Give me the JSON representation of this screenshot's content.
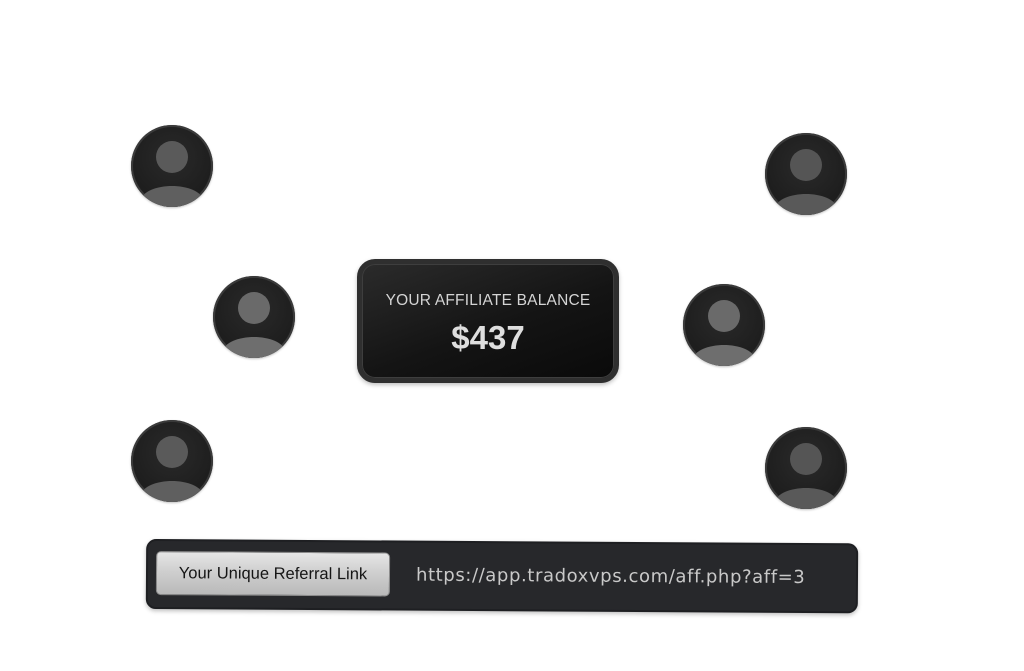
{
  "balance": {
    "label": "YOUR AFFILIATE BALANCE",
    "amount": "$437"
  },
  "referral": {
    "label": "Your Unique Referral Link",
    "url": "https://app.tradoxvps.com/aff.php?aff=3"
  },
  "avatars": [
    {
      "icon": "user-avatar-icon"
    },
    {
      "icon": "user-avatar-icon"
    },
    {
      "icon": "user-avatar-icon"
    },
    {
      "icon": "user-avatar-icon"
    },
    {
      "icon": "user-avatar-icon"
    },
    {
      "icon": "user-avatar-icon"
    }
  ],
  "colors": {
    "card_background": "#141414",
    "card_border": "#2f2f2f",
    "bar_background": "#27282b",
    "label_button": "#cfcfcf",
    "text_light": "#d4d4d4"
  }
}
